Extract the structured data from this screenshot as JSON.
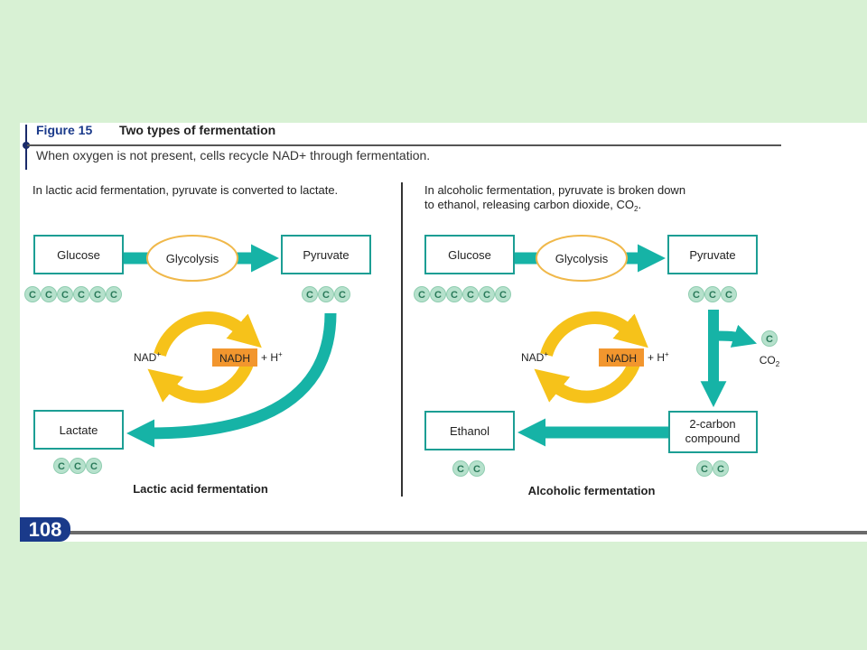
{
  "figure": {
    "label": "Figure 15",
    "title": "Two types of fermentation",
    "caption": "When oxygen is not present, cells recycle NAD+ through fermentation."
  },
  "page_number": "108",
  "left_panel": {
    "intro": "In lactic acid fermentation, pyruvate is converted to lactate.",
    "glucose": "Glucose",
    "glycolysis": "Glycolysis",
    "pyruvate": "Pyruvate",
    "lactate": "Lactate",
    "nad": "NAD",
    "nadh": "NADH",
    "hplus": "+ H",
    "carbon": "C",
    "glucose_carbons": 6,
    "pyruvate_carbons": 3,
    "lactate_carbons": 3,
    "name": "Lactic acid fermentation"
  },
  "right_panel": {
    "intro_line1": "In alcoholic fermentation, pyruvate is broken down",
    "intro_line2": "to ethanol, releasing carbon dioxide, CO",
    "glucose": "Glucose",
    "glycolysis": "Glycolysis",
    "pyruvate": "Pyruvate",
    "ethanol": "Ethanol",
    "two_carbon_line1": "2-carbon",
    "two_carbon_line2": "compound",
    "co2": "CO",
    "nad": "NAD",
    "nadh": "NADH",
    "hplus": "+ H",
    "carbon": "C",
    "glucose_carbons": 6,
    "pyruvate_carbons": 3,
    "ethanol_carbons": 2,
    "two_carbon_carbons": 2,
    "co2_carbons": 1,
    "name": "Alcoholic fermentation"
  },
  "colors": {
    "teal_arrow": "#16b3a6",
    "yellow_cycle": "#f6c21a",
    "nadh_fill": "#f2962e",
    "box_border": "#1c9e94",
    "carbon_fill": "#b6e1cc",
    "glycolysis_border": "#f0b84a",
    "figure_blue": "#1a3a8a"
  }
}
